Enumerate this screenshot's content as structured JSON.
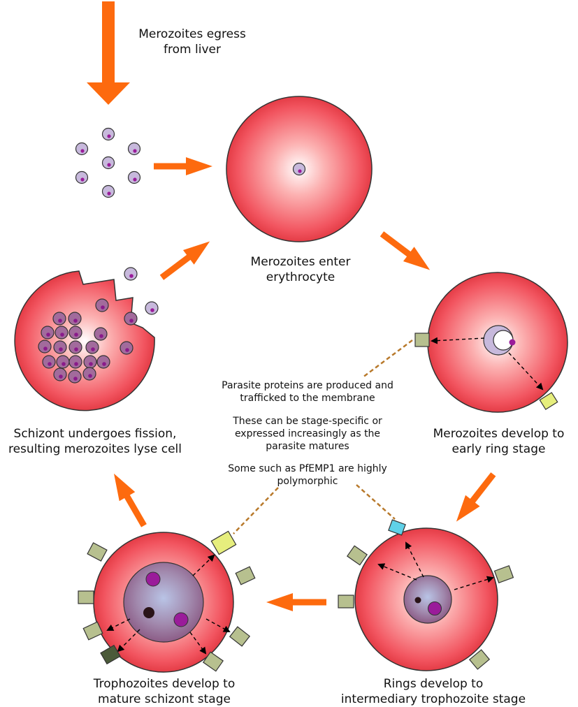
{
  "colors": {
    "arrow": "#fd6a0e",
    "cell_center": "#ffffff",
    "cell_edge": "#e8444d",
    "merozoite_fill": "#c7b9dc",
    "nucleus": "#9a1c9a",
    "dashed_link": "#b8792b",
    "protein_olive": "#b7c08f",
    "protein_yellow": "#e6ee7d",
    "protein_cyan": "#5fd1e8",
    "protein_dark": "#4b5a39"
  },
  "labels": {
    "egress": "Merozoites egress\nfrom liver",
    "enter": "Merozoites enter\nerythrocyte",
    "ring": "Merozoites develop to\nearly ring stage",
    "troph": "Rings develop to\nintermediary trophozoite stage",
    "schizont": "Trophozoites develop to\nmature schizont stage",
    "fission": "Schizont undergoes fission,\nresulting merozoites lyse cell"
  },
  "notes": {
    "proteins": "Parasite proteins are produced and\ntrafficked to the membrane",
    "stage_specific": "These can be stage-specific or\nexpressed increasingly as the\nparasite matures",
    "pfemp1": "Some such as PfEMP1 are highly\npolymorphic"
  },
  "icons": [
    "arrow-icon",
    "merozoite-icon",
    "erythrocyte-icon",
    "protein-knob-icon"
  ]
}
